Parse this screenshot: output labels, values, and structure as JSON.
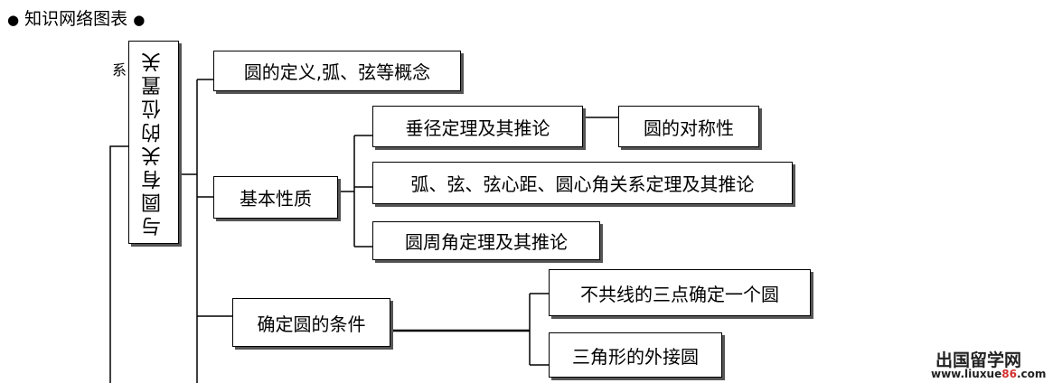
{
  "title": {
    "bullet_left": "●",
    "text": "知识网络图表",
    "bullet_right": "●"
  },
  "diagram": {
    "vertical_label": "与圆有关的位置关",
    "overflow_char": "系",
    "nodes": {
      "definition": "圆的定义,弧、弦等概念",
      "basic_properties": "基本性质",
      "perpendicular_theorem": "垂径定理及其推论",
      "symmetry": "圆的对称性",
      "arc_chord_theorem": "弧、弦、弦心距、圆心角关系定理及其推论",
      "inscribed_angle_theorem": "圆周角定理及其推论",
      "conditions": "确定圆的条件",
      "three_points": "不共线的三点确定一个圆",
      "circumcircle": "三角形的外接圆"
    }
  },
  "watermark": {
    "site_name": "出国留学网",
    "url_prefix": "www.liuxue",
    "url_highlight": "86",
    "url_suffix": ".com"
  }
}
